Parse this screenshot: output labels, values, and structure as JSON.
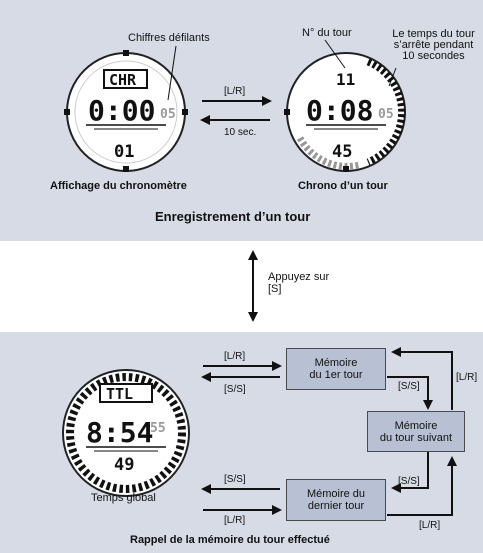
{
  "section_top": {
    "title": "Enregistrement d’un tour",
    "callout_scrolling": "Chiffres défilants",
    "callout_lap_number": "N° du tour",
    "callout_lap_time_lines": [
      "Le temps du tour",
      "s’arrête pendant",
      "10 secondes"
    ],
    "arrow_forward_label": "[L/R]",
    "arrow_back_label": "10 sec.",
    "watch_left": {
      "label": "CHR",
      "time": "0:00",
      "seconds": "05",
      "lap": "01",
      "caption": "Affichage du chronomètre"
    },
    "watch_right": {
      "lap_indicator": "11",
      "time": "0:08",
      "seconds": "05",
      "lap": "45",
      "caption": "Chrono d’un tour"
    }
  },
  "middle": {
    "label_lines": [
      "Appuyez sur",
      "[S]"
    ]
  },
  "section_bottom": {
    "title": "Rappel de la mémoire du tour effectué",
    "watch": {
      "label": "TTL",
      "time": "8:54",
      "seconds": "55",
      "lap": "49",
      "caption": "Temps global"
    },
    "box_first": [
      "Mémoire",
      "du 1er tour"
    ],
    "box_next": [
      "Mémoire",
      "du tour suivant"
    ],
    "box_last": [
      "Mémoire du",
      "dernier tour"
    ],
    "label_lr_top": "[L/R]",
    "label_ss_top": "[S/S]",
    "label_ss_first_to_next": "[S/S]",
    "label_lr_right": "[L/R]",
    "label_ss_next_to_last": "[S/S]",
    "label_ss_bottom": "[S/S]",
    "label_lr_bottom": "[L/R]",
    "label_lr_last_to_next": "[L/R]"
  }
}
